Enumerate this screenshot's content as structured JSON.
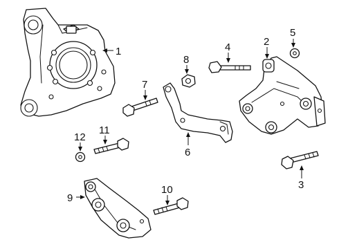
{
  "callouts": [
    {
      "id": "1",
      "label": "1"
    },
    {
      "id": "2",
      "label": "2"
    },
    {
      "id": "3",
      "label": "3"
    },
    {
      "id": "4",
      "label": "4"
    },
    {
      "id": "5",
      "label": "5"
    },
    {
      "id": "6",
      "label": "6"
    },
    {
      "id": "7",
      "label": "7"
    },
    {
      "id": "8",
      "label": "8"
    },
    {
      "id": "9",
      "label": "9"
    },
    {
      "id": "10",
      "label": "10"
    },
    {
      "id": "11",
      "label": "11"
    },
    {
      "id": "12",
      "label": "12"
    }
  ],
  "parts": [
    {
      "callout": "1",
      "shape": "knuckle"
    },
    {
      "callout": "2",
      "shape": "lower-arm-bracket"
    },
    {
      "callout": "3",
      "shape": "bolt"
    },
    {
      "callout": "4",
      "shape": "bolt"
    },
    {
      "callout": "5",
      "shape": "washer"
    },
    {
      "callout": "6",
      "shape": "upper-link"
    },
    {
      "callout": "7",
      "shape": "bolt"
    },
    {
      "callout": "8",
      "shape": "nut"
    },
    {
      "callout": "9",
      "shape": "support-bracket"
    },
    {
      "callout": "10",
      "shape": "bolt"
    },
    {
      "callout": "11",
      "shape": "bolt"
    },
    {
      "callout": "12",
      "shape": "washer"
    }
  ]
}
